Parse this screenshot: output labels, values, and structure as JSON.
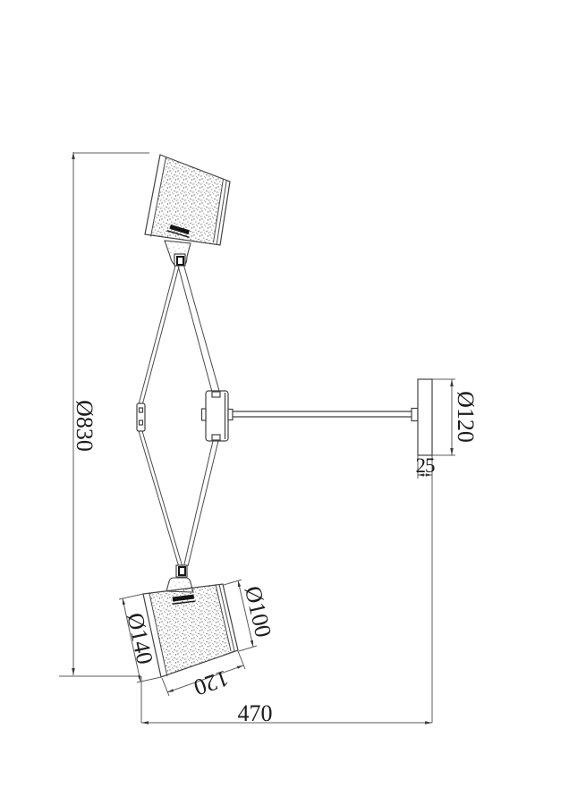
{
  "drawing": {
    "description": "Technical dimension drawing of a two-shade wall lamp, side view",
    "background_color": "#ffffff",
    "line_color": "#424242",
    "dimension_line_color": "#5c5c5c",
    "text_color": "#1c1c1c",
    "dimensions": {
      "overall_height": "Ø830",
      "overall_projection": "470",
      "canopy_diameter": "Ø120",
      "canopy_depth": "25",
      "shade_small_end_diameter": "Ø100",
      "shade_large_end_diameter": "Ø140",
      "shade_length": "120"
    }
  }
}
